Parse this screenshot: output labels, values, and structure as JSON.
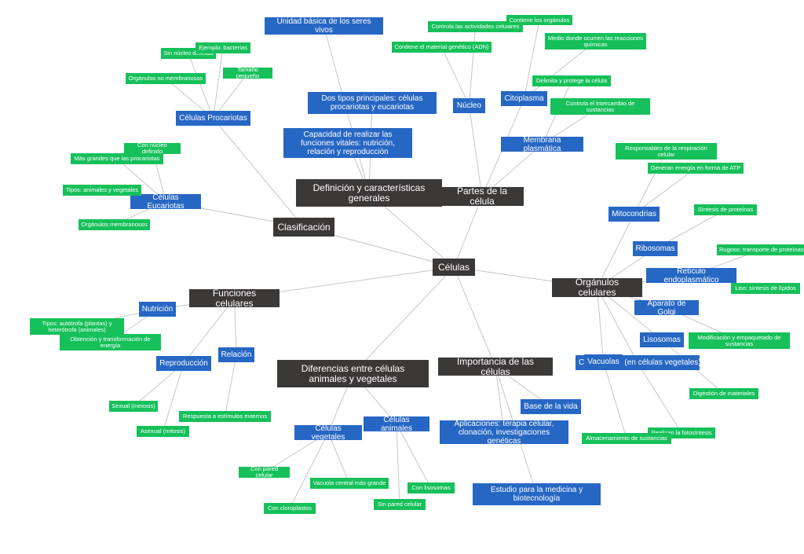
{
  "colors": {
    "central": "#3b3838",
    "topic": "#3b3838",
    "subtopic": "#2767c4",
    "detail": "#16c05a",
    "connector": "#c7c7c7"
  },
  "central": "Células",
  "topics": {
    "definicion": "Definición y características generales",
    "partes": "Partes de la célula",
    "clasificacion": "Clasificación",
    "funciones": "Funciones celulares",
    "organulos": "Orgánulos celulares",
    "diferencias": "Diferencias entre células animales y vegetales",
    "importancia": "Importancia de las células"
  },
  "subtopics": {
    "unidad": "Unidad básica de los seres vivos",
    "dos_tipos": "Dos tipos principales: células procariotas y eucariotas",
    "capacidad": "Capacidad de realizar las funciones vitales: nutrición, relación y reproducción",
    "nucleo": "Núcleo",
    "citoplasma": "Citoplasma",
    "membrana": "Membrana plasmática",
    "procariotas": "Células Procariotas",
    "eucariotas": "Células Eucariotas",
    "nutricion": "Nutrición",
    "reproduccion": "Reproducción",
    "relacion": "Relación",
    "mitocondrias": "Mitocondrias",
    "ribosomas": "Ribosomas",
    "reticulo": "Retículo endoplasmático",
    "golgi": "Aparato de Golgi",
    "lisosomas": "Lisosomas",
    "cloroplastos": "Cloroplastos (en células vegetales)",
    "vacuolas": "Vacuolas",
    "vegetales": "Células vegetales",
    "animales": "Células animales",
    "base_vida": "Base de la vida",
    "aplicaciones": "Aplicaciones: terapia celular, clonación, investigaciones genéticas",
    "estudio": "Estudio para la medicina y biotecnología"
  },
  "details": {
    "controla_actividades": "Controla las actividades celulares",
    "material_genetico": "Contiene el material genético (ADN)",
    "contiene_organulos": "Contiene los orgánulos",
    "medio_reacciones": "Medio donde ocurren las reacciones químicas",
    "delimita": "Delimita y protege la célula",
    "intercambio": "Controla el intercambio de sustancias",
    "sin_nucleo": "Sin núcleo definido",
    "ejemplo_bacterias": "Ejemplo: bacterias",
    "tamano_pequeno": "Tamaño pequeño",
    "organulos_no_membranosos": "Orgánulos no membranosos",
    "con_nucleo": "Con núcleo definido",
    "mas_grandes": "Más grandes que las procariotas",
    "tipos_animales_vegetales": "Tipos: animales y vegetales",
    "organulos_membranosos": "Orgánulos membranosos",
    "tipos_nutricion": "Tipos: autótrofa (plantas) y heterótrofa (animales)",
    "obtencion_energia": "Obtención y transformación de energía",
    "sexual": "Sexual (meiosis)",
    "asexual": "Asexual (mitosis)",
    "respuesta": "Respuesta a estímulos externos",
    "respiracion": "Responsables de la respiración celular",
    "genera_atp": "Generan energía en forma de ATP",
    "sintesis_proteinas": "Síntesis de proteínas",
    "rugoso": "Rugoso: transporte de proteínas",
    "liso": "Liso: síntesis de lípidos",
    "modificacion": "Modificación y empaquetado de sustancias",
    "digestion": "Digestión de materiales",
    "fotosintesis": "Realizan la fotosíntesis",
    "almacenamiento": "Almacenamiento de sustancias",
    "pared_celular": "Con pared celular",
    "vacuola_central": "Vacuola central más grande",
    "con_cloroplastos": "Con cloroplastos",
    "con_lisosomas": "Con lisosomas",
    "sin_pared": "Sin pared celular"
  }
}
